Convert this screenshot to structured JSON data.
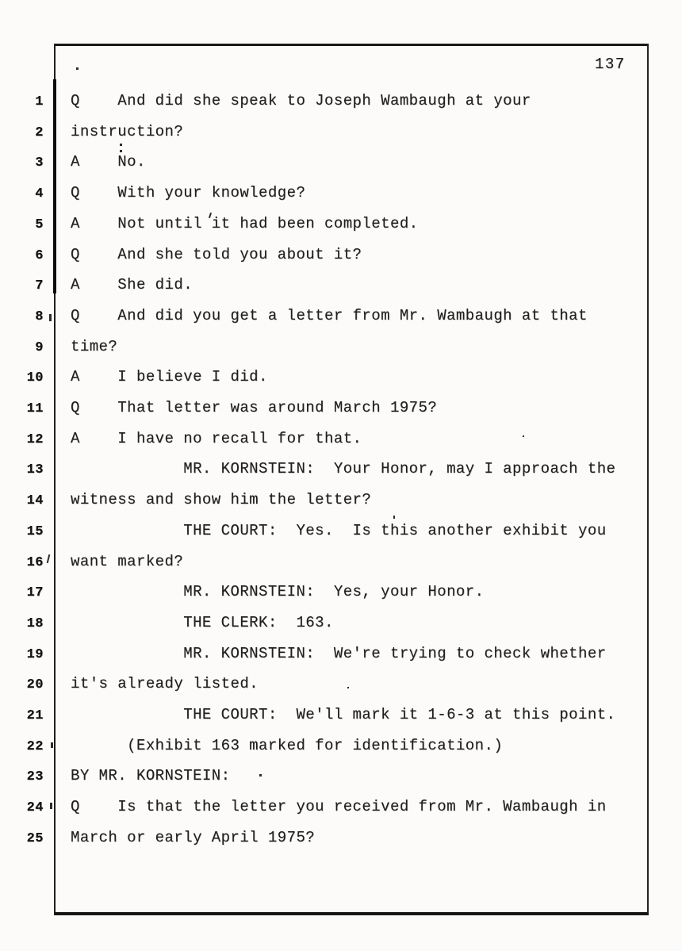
{
  "transcript": {
    "page_number": "137",
    "lines": [
      {
        "num": "1",
        "text": "Q    And did she speak to Joseph Wambaugh at your"
      },
      {
        "num": "2",
        "text": "instruction?"
      },
      {
        "num": "3",
        "text": "A    No."
      },
      {
        "num": "4",
        "text": "Q    With your knowledge?"
      },
      {
        "num": "5",
        "text": "A    Not until it had been completed."
      },
      {
        "num": "6",
        "text": "Q    And she told you about it?"
      },
      {
        "num": "7",
        "text": "A    She did."
      },
      {
        "num": "8",
        "text": "Q    And did you get a letter from Mr. Wambaugh at that"
      },
      {
        "num": "9",
        "text": "time?"
      },
      {
        "num": "10",
        "text": "A    I believe I did."
      },
      {
        "num": "11",
        "text": "Q    That letter was around March 1975?"
      },
      {
        "num": "12",
        "text": "A    I have no recall for that."
      },
      {
        "num": "13",
        "text": "            MR. KORNSTEIN:  Your Honor, may I approach the"
      },
      {
        "num": "14",
        "text": "witness and show him the letter?"
      },
      {
        "num": "15",
        "text": "            THE COURT:  Yes.  Is this another exhibit you"
      },
      {
        "num": "16",
        "text": "want marked?"
      },
      {
        "num": "17",
        "text": "            MR. KORNSTEIN:  Yes, your Honor."
      },
      {
        "num": "18",
        "text": "            THE CLERK:  163."
      },
      {
        "num": "19",
        "text": "            MR. KORNSTEIN:  We're trying to check whether"
      },
      {
        "num": "20",
        "text": "it's already listed."
      },
      {
        "num": "21",
        "text": "            THE COURT:  We'll mark it 1-6-3 at this point."
      },
      {
        "num": "22",
        "text": "      (Exhibit 163 marked for identification.)"
      },
      {
        "num": "23",
        "text": "BY MR. KORNSTEIN:"
      },
      {
        "num": "24",
        "text": "Q    Is that the letter you received from Mr. Wambaugh in"
      },
      {
        "num": "25",
        "text": "March or early April 1975?"
      }
    ]
  }
}
